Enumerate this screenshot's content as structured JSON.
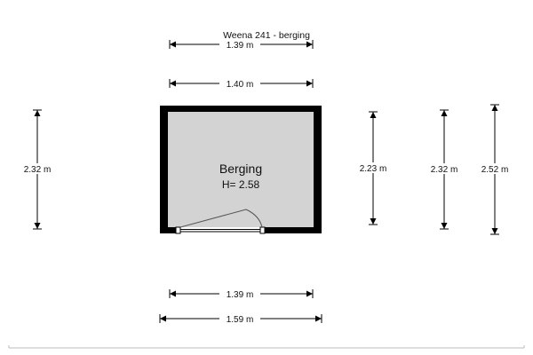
{
  "drawing": {
    "title": "Weena 241 - berging",
    "colors": {
      "wall": "#000000",
      "floor": "#d3d3d3",
      "line": "#000000",
      "background": "#ffffff"
    }
  },
  "room": {
    "name": "Berging",
    "height_label": "H= 2.58"
  },
  "dimensions": {
    "top_outer": "1.39 m",
    "top_inner": "1.40 m",
    "bottom_inner": "1.39 m",
    "bottom_outer": "1.59 m",
    "left": "2.32 m",
    "right_1": "2.23 m",
    "right_2": "2.32 m",
    "right_3": "2.52 m"
  }
}
